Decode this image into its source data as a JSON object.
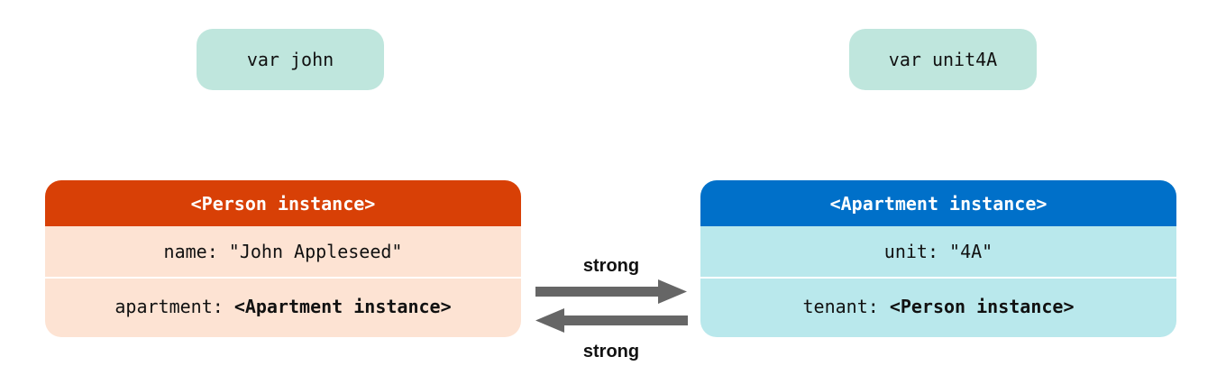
{
  "variables": {
    "john": "var john",
    "unit4A": "var unit4A"
  },
  "person": {
    "header": "<Person instance>",
    "name_key": "name: ",
    "name_value": "\"John Appleseed\"",
    "apartment_key": "apartment: ",
    "apartment_value": "<Apartment instance>"
  },
  "apartment": {
    "header": "<Apartment instance>",
    "unit_key": "unit: ",
    "unit_value": "\"4A\"",
    "tenant_key": "tenant: ",
    "tenant_value": "<Person instance>"
  },
  "references": {
    "top_label": "strong",
    "bottom_label": "strong"
  },
  "colors": {
    "var_pill": "#bfe6dd",
    "person_header": "#d84006",
    "person_body": "#fde3d3",
    "apartment_header": "#0070c9",
    "apartment_body": "#b9e8ec",
    "arrow": "#666666"
  }
}
